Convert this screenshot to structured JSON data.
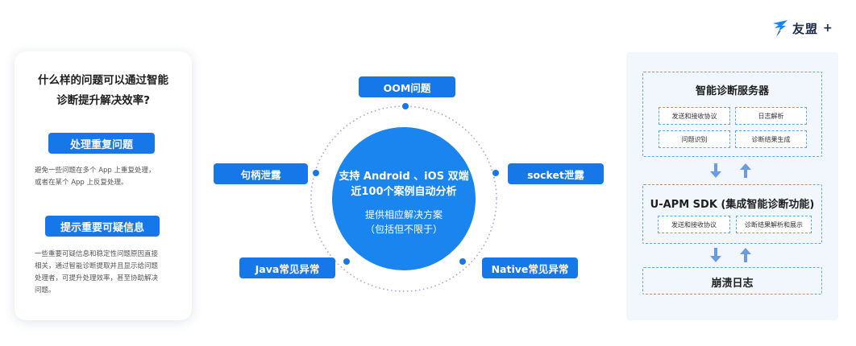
{
  "logo": {
    "text": "友盟",
    "plus": "+"
  },
  "left_card": {
    "title_line1": "什么样的问题可以通过智能",
    "title_line2": "诊断提升解决效率?",
    "section1": {
      "label": "处理重复问题",
      "desc_line1": "避免一些问题在多个 App 上重复处理，",
      "desc_line2": "或者在某个 App 上反复处理。"
    },
    "section2": {
      "label": "提示重要可疑信息",
      "desc_line1": "一些重要可疑信息和稳定性问题原因直接",
      "desc_line2": "相关，通过智能诊断提取并且显示给问题",
      "desc_line3": "处理者，可提升处理效率，甚至协助解决",
      "desc_line4": "问题。"
    }
  },
  "center": {
    "hub_line1": "支持 Android 、iOS 双端",
    "hub_line2": "近100个案例自动分析",
    "hub_line3": "提供相应解决方案",
    "hub_line4": "（包括但不限于）",
    "issues": {
      "oom": "OOM问题",
      "handle_leak": "句柄泄露",
      "socket_leak": "socket泄露",
      "java": "Java常见异常",
      "native": "Native常见异常"
    }
  },
  "right_panel": {
    "server": {
      "title": "智能诊断服务器",
      "items": [
        "发送和接收协议",
        "日志解析",
        "问题识别",
        "诊断结果生成"
      ]
    },
    "sdk": {
      "title": "U-APM SDK (集成智能诊断功能)",
      "items": [
        "发送和接收协议",
        "诊断结果解析和展示"
      ]
    },
    "crash_log": {
      "title": "崩溃日志"
    }
  },
  "colors": {
    "accent": "#1677e8",
    "hub": "#1a85ee",
    "orbit": "#a9a6e8",
    "panel_bg": "#f2f7fd",
    "dashed_border": "#6aa6e6",
    "arrow": "#6b9be0"
  }
}
